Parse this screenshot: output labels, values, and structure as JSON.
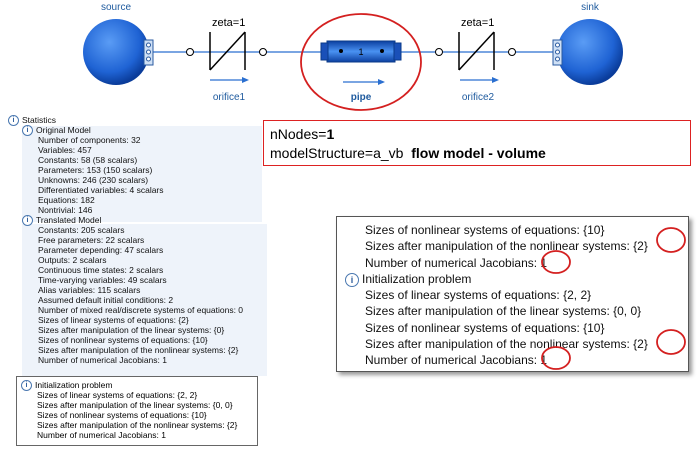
{
  "diagram": {
    "source_label": "source",
    "sink_label": "sink",
    "orifice1_label": "orifice1",
    "orifice2_label": "orifice2",
    "pipe_label": "pipe",
    "pipe_number": "1",
    "zeta1_label": "zeta=1",
    "zeta2_label": "zeta=1",
    "colors": {
      "node": "#1f63d4",
      "label": "#1e5a9e",
      "highlight": "#d42020"
    }
  },
  "statistics": {
    "title": "Statistics",
    "original": {
      "title": "Original Model",
      "rows": [
        "Number of components: 32",
        "Variables: 457",
        "Constants: 58 (58 scalars)",
        "Parameters: 153 (150 scalars)",
        "Unknowns: 246 (230 scalars)",
        "Differentiated variables: 4 scalars",
        "Equations: 182",
        "Nontrivial: 146"
      ]
    },
    "translated": {
      "title": "Translated Model",
      "rows": [
        "Constants: 205 scalars",
        "Free parameters: 22 scalars",
        "Parameter depending: 47 scalars",
        "Outputs: 2 scalars",
        "Continuous time states: 2 scalars",
        "Time-varying variables: 49 scalars",
        "Alias variables: 115 scalars",
        "Assumed default initial conditions: 2",
        "Number of mixed real/discrete systems of equations: 0",
        "Sizes of linear systems of equations: {2}",
        "Sizes after manipulation of the linear systems: {0}",
        "Sizes of nonlinear systems of equations: {10}",
        "Sizes after manipulation of the nonlinear systems: {2}",
        "Number of numerical Jacobians: 1"
      ]
    },
    "initialization": {
      "title": "Initialization problem",
      "rows": [
        "Sizes of linear systems of equations: {2, 2}",
        "Sizes after manipulation of the linear systems: {0, 0}",
        "Sizes of nonlinear systems of equations: {10}",
        "Sizes after manipulation of the nonlinear systems: {2}",
        "Number of numerical Jacobians: 1"
      ]
    }
  },
  "note": {
    "line1_prefix": "nNodes=",
    "line1_value": "1",
    "line2_prefix": "modelStructure=a_vb",
    "line2_bold": "flow model - volume"
  },
  "zoom": {
    "top_rows": [
      "Sizes of nonlinear systems of equations: {10}",
      "Sizes after manipulation of the nonlinear systems: {2}",
      "Number of numerical Jacobians: 1"
    ],
    "init_title": "Initialization problem",
    "init_rows": [
      "Sizes of linear systems of equations: {2, 2}",
      "Sizes after manipulation of the linear systems: {0, 0}",
      "Sizes of nonlinear systems of equations: {10}",
      "Sizes after manipulation of the nonlinear systems: {2}",
      "Number of numerical Jacobians: 1"
    ]
  }
}
